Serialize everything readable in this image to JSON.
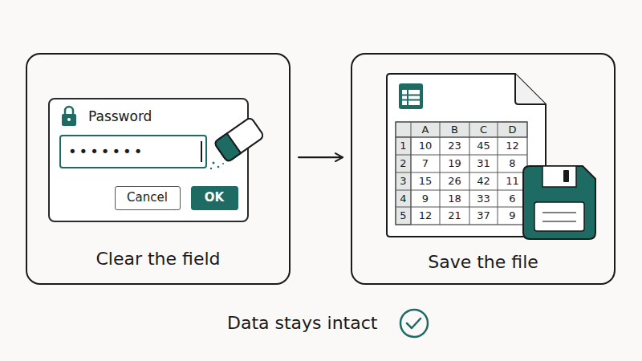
{
  "diagram": {
    "caption": "Data stays intact",
    "nodes": [
      {
        "text": [
          "Clear the field"
        ]
      },
      {
        "text": [
          "Password"
        ],
        "in": 0
      },
      {
        "text": [
          "•••••••"
        ],
        "in": 1
      },
      {
        "text": [
          "Cancel"
        ],
        "in": 1
      },
      {
        "text": [
          "OK"
        ],
        "in": 1
      },
      {
        "text": [
          "Save the file"
        ]
      }
    ],
    "edges": [
      {
        "from": 0,
        "to": 5,
        "arrow": "to"
      }
    ],
    "labels": [
      "A",
      "B",
      "C",
      "D",
      "1",
      "10",
      "23",
      "45",
      "12",
      "2",
      "7",
      "19",
      "31",
      "8",
      "3",
      "15",
      "26",
      "42",
      "11",
      "4",
      "9",
      "18",
      "33",
      "6",
      "5",
      "12",
      "21",
      "37",
      "9"
    ]
  }
}
